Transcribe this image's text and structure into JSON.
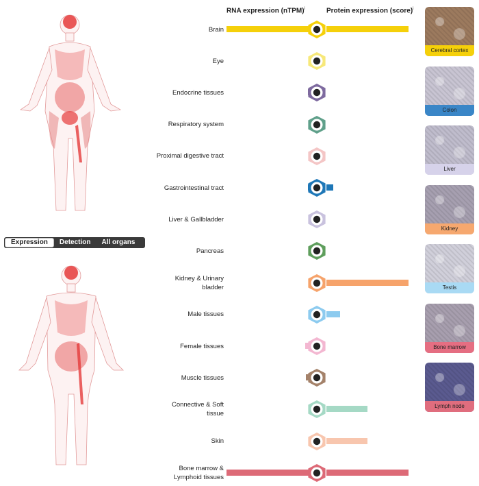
{
  "view_options": {
    "items": [
      "Expression",
      "Detection",
      "All organs"
    ],
    "active": "Expression"
  },
  "headers": {
    "rna": "RNA expression (nTPM)",
    "rna_info": "i",
    "protein": "Protein expression (score)",
    "protein_info": "i"
  },
  "tissues": [
    {
      "label": "Brain",
      "color": "#f5d00a",
      "rna_level": 1.0,
      "protein_level": 1.0,
      "icon": "brain-icon"
    },
    {
      "label": "Eye",
      "color": "#f7e87a",
      "rna_level": 0.06,
      "protein_level": 0,
      "icon": "eye-icon"
    },
    {
      "label": "Endocrine tissues",
      "color": "#7e6a9f",
      "rna_level": 0.1,
      "protein_level": 0,
      "icon": "thyroid-icon"
    },
    {
      "label": "Respiratory system",
      "color": "#5fa08a",
      "rna_level": 0.07,
      "protein_level": 0,
      "icon": "lungs-icon"
    },
    {
      "label": "Proximal digestive tract",
      "color": "#f4c6c6",
      "rna_level": 0.07,
      "protein_level": 0,
      "icon": "stomach-icon"
    },
    {
      "label": "Gastrointestinal tract",
      "color": "#1e77b7",
      "rna_level": 0.1,
      "protein_level": 0.08,
      "icon": "intestine-icon"
    },
    {
      "label": "Liver & Gallbladder",
      "color": "#c9c2de",
      "rna_level": 0.03,
      "protein_level": 0,
      "icon": "liver-icon"
    },
    {
      "label": "Pancreas",
      "color": "#5e9e5c",
      "rna_level": 0.03,
      "protein_level": 0,
      "icon": "pancreas-icon"
    },
    {
      "label": "Kidney & Urinary\nbladder",
      "color": "#f6a36b",
      "rna_level": 0.05,
      "protein_level": 1.0,
      "icon": "kidney-icon"
    },
    {
      "label": "Male tissues",
      "color": "#8dcbef",
      "rna_level": 0.06,
      "protein_level": 0.17,
      "icon": "male-icon"
    },
    {
      "label": "Female tissues",
      "color": "#f3b7d1",
      "rna_level": 0.13,
      "protein_level": 0,
      "icon": "female-icon"
    },
    {
      "label": "Muscle tissues",
      "color": "#a4826a",
      "rna_level": 0.12,
      "protein_level": 0,
      "icon": "muscle-icon"
    },
    {
      "label": "Connective & Soft\ntissue",
      "color": "#a5d9c5",
      "rna_level": 0.05,
      "protein_level": 0.5,
      "icon": "connective-icon"
    },
    {
      "label": "Skin",
      "color": "#f8c6ae",
      "rna_level": 0.06,
      "protein_level": 0.5,
      "icon": "skin-icon"
    },
    {
      "label": "Bone marrow &\nLymphoid tissues",
      "color": "#dd6a77",
      "rna_level": 1.0,
      "protein_level": 1.0,
      "icon": "lymphoid-icon"
    }
  ],
  "samples": [
    {
      "label": "Cerebral cortex",
      "bg": "#9c7a5e",
      "caption_color": "#f5d00a"
    },
    {
      "label": "Colon",
      "bg": "#c8c4d2",
      "caption_color": "#3a86c7"
    },
    {
      "label": "Liver",
      "bg": "#bfbccc",
      "caption_color": "#d6d2ea"
    },
    {
      "label": "Kidney",
      "bg": "#a69fb0",
      "caption_color": "#f6a86f"
    },
    {
      "label": "Testis",
      "bg": "#d0cfda",
      "caption_color": "#a9daf4"
    },
    {
      "label": "Bone marrow",
      "bg": "#a79eae",
      "caption_color": "#e56e82"
    },
    {
      "label": "Lymph node",
      "bg": "#5a5a8f",
      "caption_color": "#e06d7e"
    }
  ]
}
